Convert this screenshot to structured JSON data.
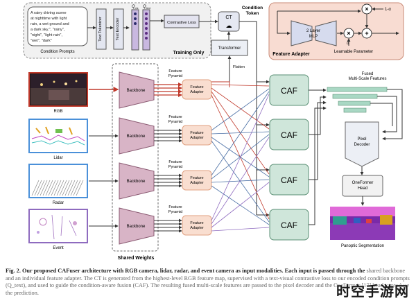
{
  "figure": {
    "prompt_text": [
      "A rainy driving scene",
      "at nighttime with light",
      "rain, a wet ground and",
      "a dark sky.\", \"rainy\",",
      "\"night\", \"light rain\",",
      "\"wet\", \"dark\""
    ],
    "condition_prompts_label": "Condition Prompts",
    "text_tokenizer_label": "Text Tokenizer",
    "text_encoder_label": "Text Encoder",
    "q_cls_label": "Q",
    "q_cls_sub": "cls",
    "q_text_label": "Q",
    "q_text_sub": "text",
    "contrastive_loss_label": "Contrastive Loss",
    "training_only_label": "Training Only",
    "ct_label": "CT",
    "condition_token_label": [
      "Condition",
      "Token"
    ],
    "transformer_label": "Transformer",
    "flatten_label": "Flatten",
    "feature_adapter_title": "Feature Adapter",
    "mlp_label": [
      "2 Layer",
      "MLP"
    ],
    "one_minus_alpha_label": "1-α",
    "alpha_label": "α",
    "learnable_parameter_label": "Learnable Parameter",
    "inputs": [
      {
        "label": "RGB",
        "color": "#c0392b"
      },
      {
        "label": "Lidar",
        "color": "#4a90d9"
      },
      {
        "label": "Radar",
        "color": "#4a90d9"
      },
      {
        "label": "Event",
        "color": "#8e6bbf"
      }
    ],
    "backbone_label": "Backbone",
    "feature_pyramid_label": [
      "Feature",
      "Pyramid"
    ],
    "feature_adapter_label": [
      "Feature",
      "Adapter"
    ],
    "shared_weights_label": "Shared Weights",
    "caf_label": "CAF",
    "fused_label": [
      "Fused",
      "Multi-Scale Features"
    ],
    "pixel_decoder_label": [
      "Pixel",
      "Decoder"
    ],
    "oneformer_label": [
      "OneFormer",
      "Head"
    ],
    "panoptic_label": "Panoptic Segmentation"
  },
  "caption": {
    "lead": "Fig. 2.  Our proposed CAFuser architecture with RGB camera, lidar, radar, and event camera as input modalities. Each input is passed through the",
    "rest": "shared backbone and an individual feature adapter. The CT is generated from the highest-level RGB feature map, supervised with a text-visual contrastive loss to our encoded condition prompts (Q_text), and used to guide the condition-aware fusion (CAF). The resulting fused multi-scale features are passed to the pixel decoder and the OneFormer [17] head to produce the prediction."
  },
  "watermark": "时空手游网",
  "colors": {
    "caf_fill": "#cfe6da",
    "caf_stroke": "#5a8f74",
    "backbone_fill": "#d8b4c6",
    "adapter_fill": "#f9ded0",
    "adapter_stroke": "#e0a080",
    "feature_adapter_panel": "#f8dcd2",
    "mlp_fill": "#d6dbee",
    "fused_bar": "#a9d8c4",
    "transformer_fill": "#eceff5"
  }
}
